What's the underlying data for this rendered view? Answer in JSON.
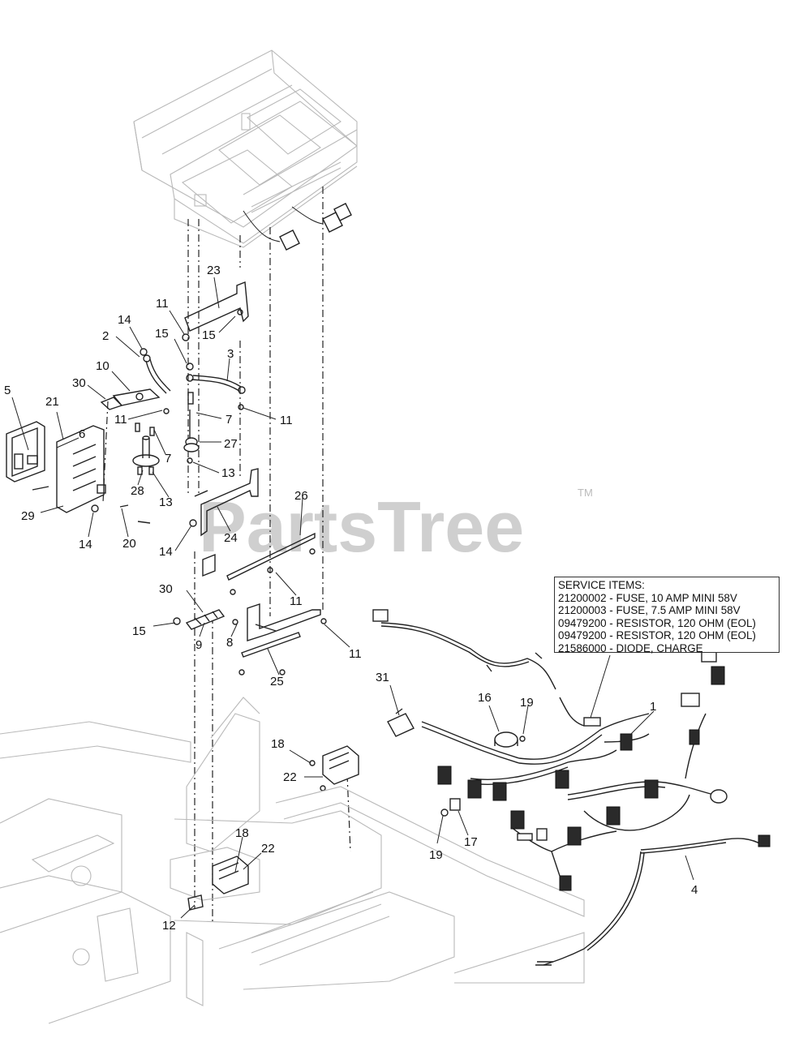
{
  "watermark": {
    "text": "PartsTree",
    "trademark": "TM"
  },
  "service_items": {
    "title": "SERVICE ITEMS:",
    "items": [
      "21200002 - FUSE, 10 AMP MINI 58V",
      "21200003 - FUSE, 7.5 AMP MINI 58V",
      "09479200 - RESISTOR, 120 OHM (EOL)",
      "09479200 - RESISTOR, 120 OHM (EOL)",
      "21586000 - DIODE, CHARGE"
    ]
  },
  "callouts": {
    "c1": "1",
    "c2": "2",
    "c3": "3",
    "c4": "4",
    "c5": "5",
    "c6": "6",
    "c7a": "7",
    "c7b": "7",
    "c8": "8",
    "c9": "9",
    "c10": "10",
    "c11a": "11",
    "c11b": "11",
    "c11c": "11",
    "c11d": "11",
    "c11e": "11",
    "c12": "12",
    "c13a": "13",
    "c13b": "13",
    "c14a": "14",
    "c14b": "14",
    "c14c": "14",
    "c15a": "15",
    "c15b": "15",
    "c15c": "15",
    "c16": "16",
    "c17": "17",
    "c18a": "18",
    "c18b": "18",
    "c19a": "19",
    "c19b": "19",
    "c20": "20",
    "c21": "21",
    "c22a": "22",
    "c22b": "22",
    "c23": "23",
    "c24": "24",
    "c25": "25",
    "c26": "26",
    "c27": "27",
    "c28": "28",
    "c29": "29",
    "c30a": "30",
    "c30b": "30",
    "c31": "31"
  }
}
